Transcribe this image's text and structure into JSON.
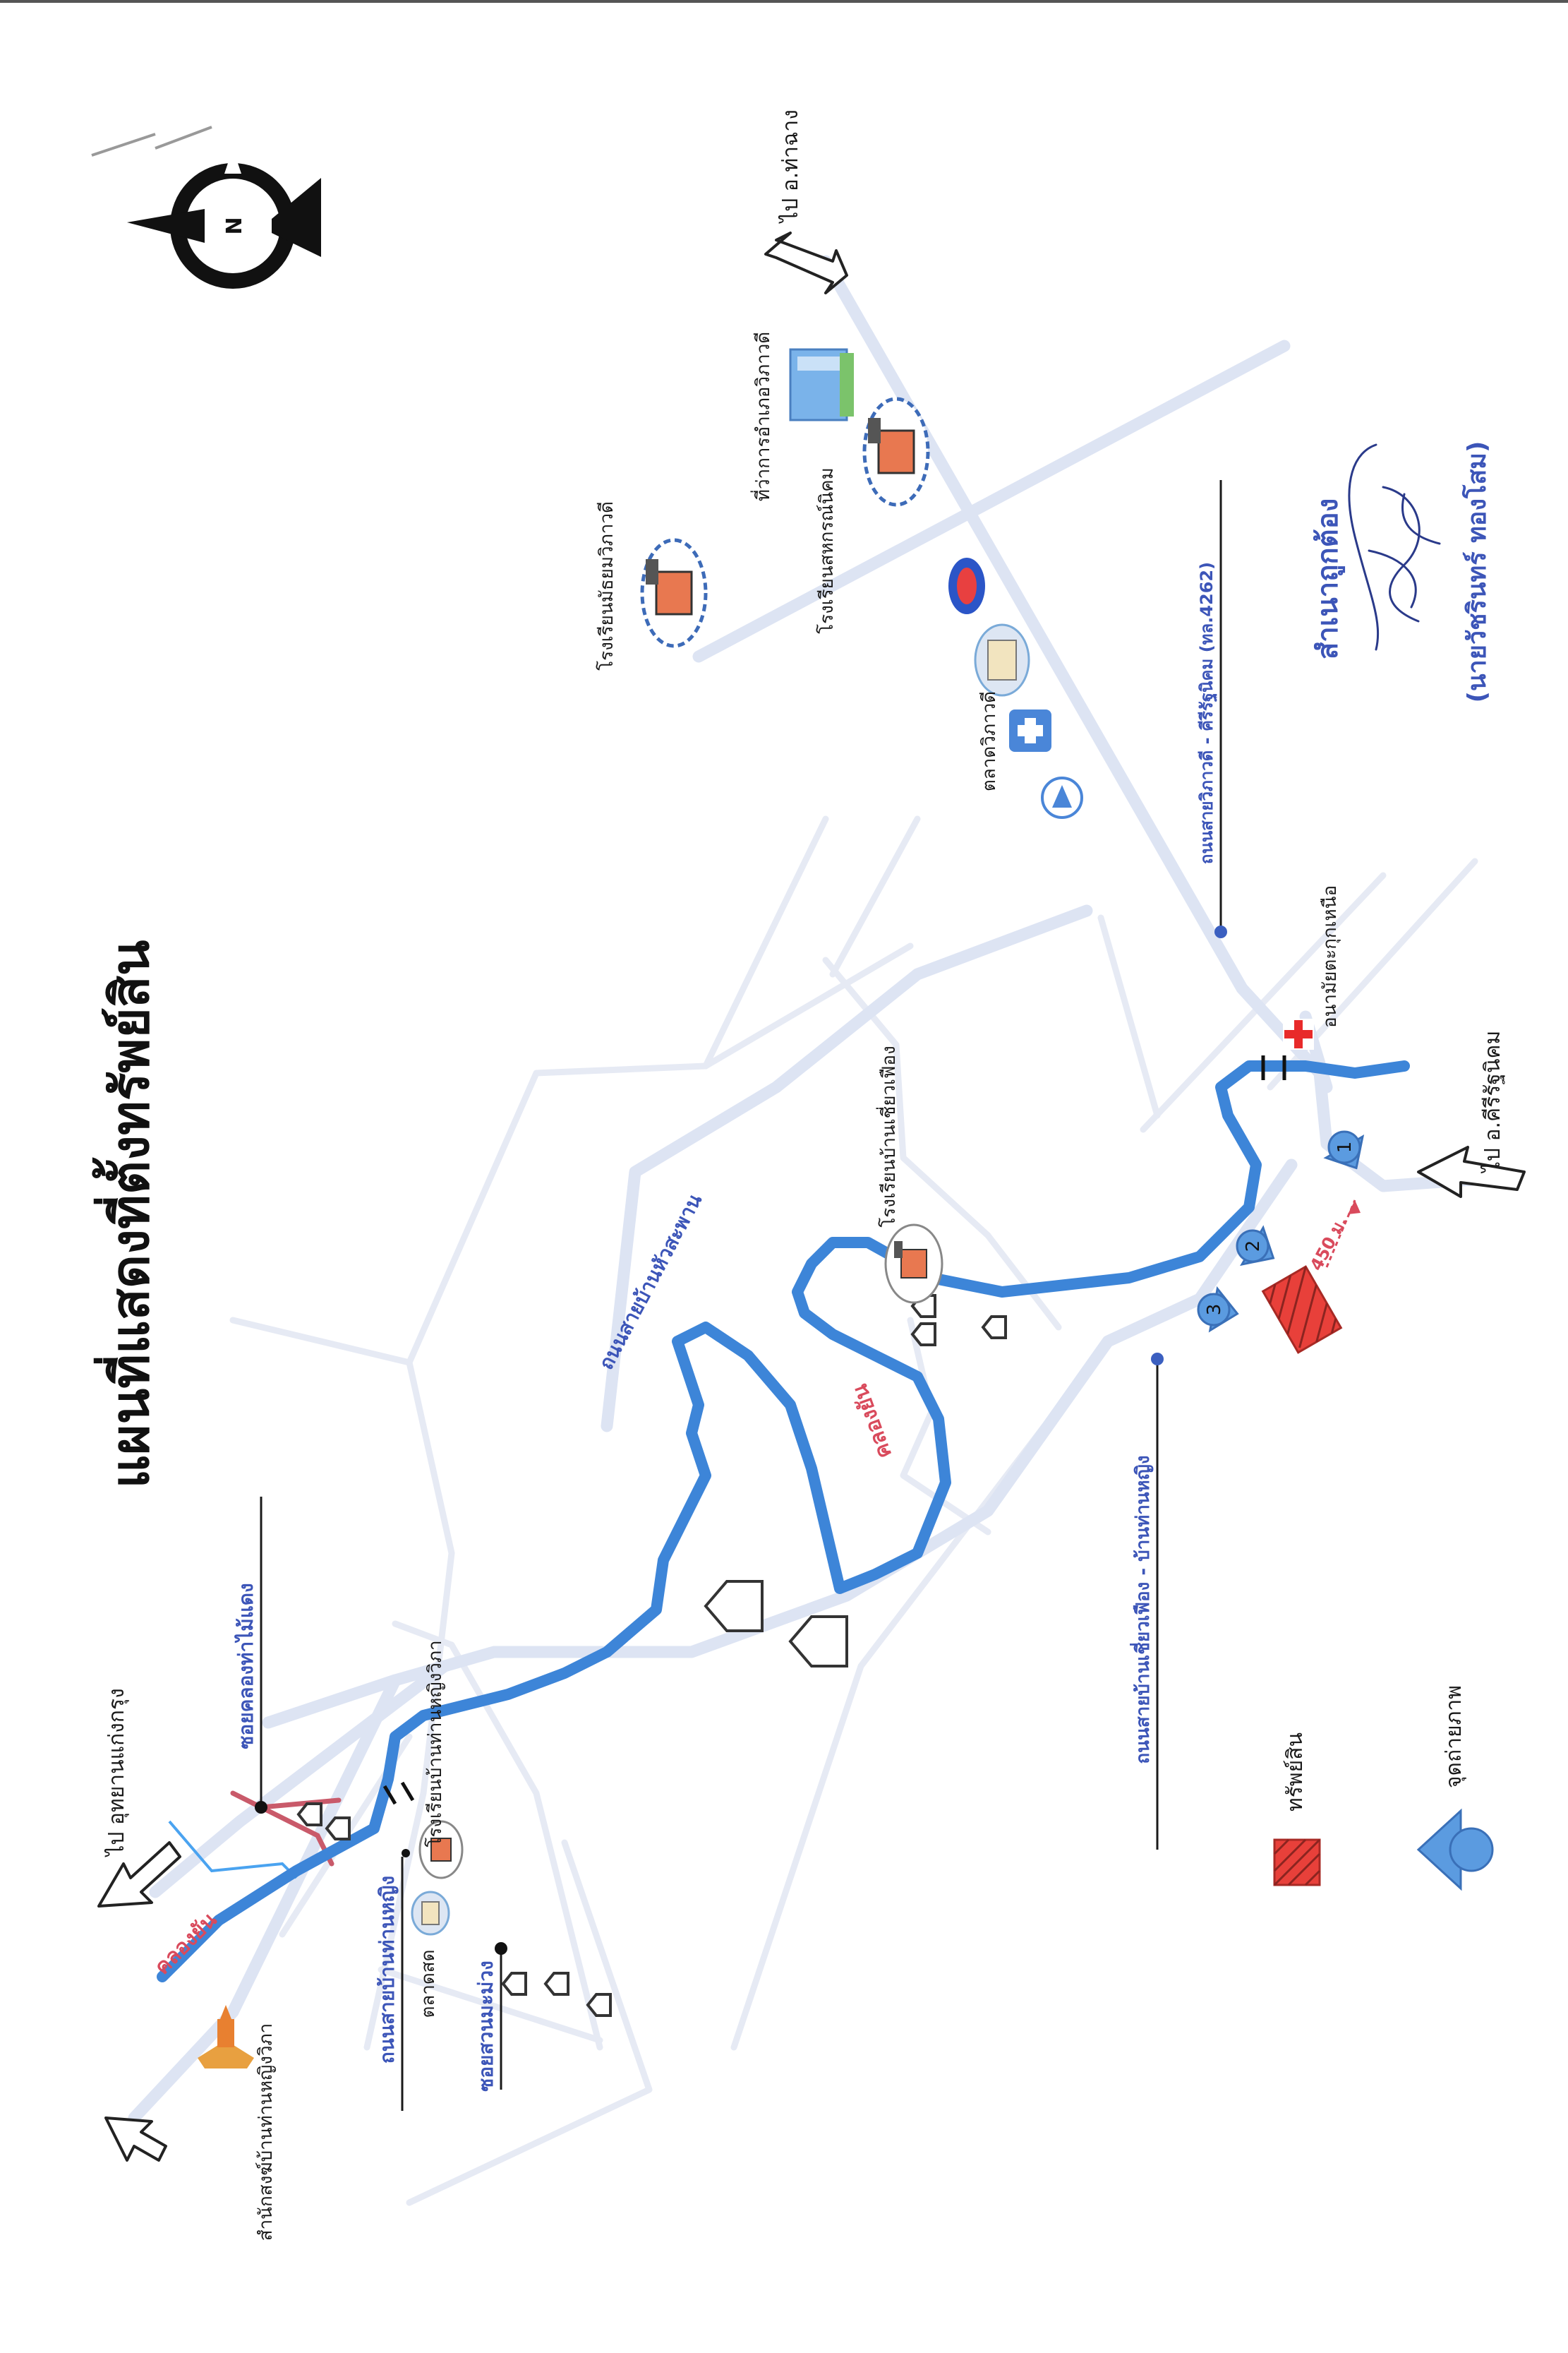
{
  "title": "แผนที่แสดงที่ตั้งทรัพย์สิน",
  "colors": {
    "river": "#3d85d8",
    "road_major": "#dde4f3",
    "road_minor": "#e6eaf4",
    "label_blue": "#3c55b8",
    "label_red": "#d94a5c",
    "property_fill": "#e8403a",
    "photo_point": "#5b9be0"
  },
  "labels": {
    "to_tha_liang": "ไป อ.ท่าฉาง",
    "to_sirirat": "ไป อ.คีรีรัฐนิคม",
    "to_udyan": "ไป อุทยานแก่งกรุง",
    "wiphawadi_school": "โรงเรียนมัธยมวิภาวดี",
    "sahakorn_school": "โรงเรียนสหกรณ์นิคม",
    "district_office": "ที่ว่าการอำเภอวิภาวดี",
    "wiphawadi_market": "ตลาดวิภาวดี",
    "health_station": "อนามัยตะกุกเหนือ",
    "chiang_fueang_school": "โรงเรียนบ้านเชี่ยวเฟือง",
    "tha_nhan_ying_school": "โรงเรียนบ้านท่านหญิงวิภา",
    "tha_nhan_ying_market": "ตลาดสด",
    "monastery": "สำนักสงฆ์บ้านท่านหญิงวิภา",
    "distance": "450 ม.",
    "certified": "สำเนาถูกต้อง",
    "signer": "(นายวัชรินทร์ ทองโสม)"
  },
  "roads": {
    "wiphawadi_road": "ถนนสายวิภาวดี - คีรีรัฐนิคม (ทล.4262)",
    "hua_saphan_road": "ถนนสายบ้านหัวสะพาน",
    "chiang_fueang_road": "ถนนสายบ้านเชี่ยวเฟือง - บ้านท่านหญิง",
    "tha_nhan_ying_road": "ถนนสายบ้านท่านหญิง",
    "soi_khlong_tha_mai_daeng": "ซอยคลองท่าไม้แดง",
    "soi_suan_muang": "ซอยสวนมะม่วง"
  },
  "rivers": {
    "upper": "คลองยัน",
    "middle": "คลองยัน"
  },
  "photo_points": [
    "1",
    "2",
    "3"
  ],
  "legend": {
    "property": "ทรัพย์สิน",
    "photo_point": "จุดถ่ายภาพ"
  }
}
